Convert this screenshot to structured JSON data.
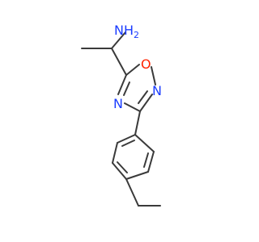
{
  "molecule": {
    "atoms": [
      {
        "id": "N_amine",
        "text": "NH",
        "subscript": "2",
        "color": "#1a3cff"
      },
      {
        "id": "O_ring",
        "text": "O",
        "color": "#ff2200"
      },
      {
        "id": "N_ring_2",
        "text": "N",
        "color": "#1a3cff"
      },
      {
        "id": "N_ring_4",
        "text": "N",
        "color": "#1a3cff"
      }
    ],
    "bond_color": "#3a3a3a"
  }
}
